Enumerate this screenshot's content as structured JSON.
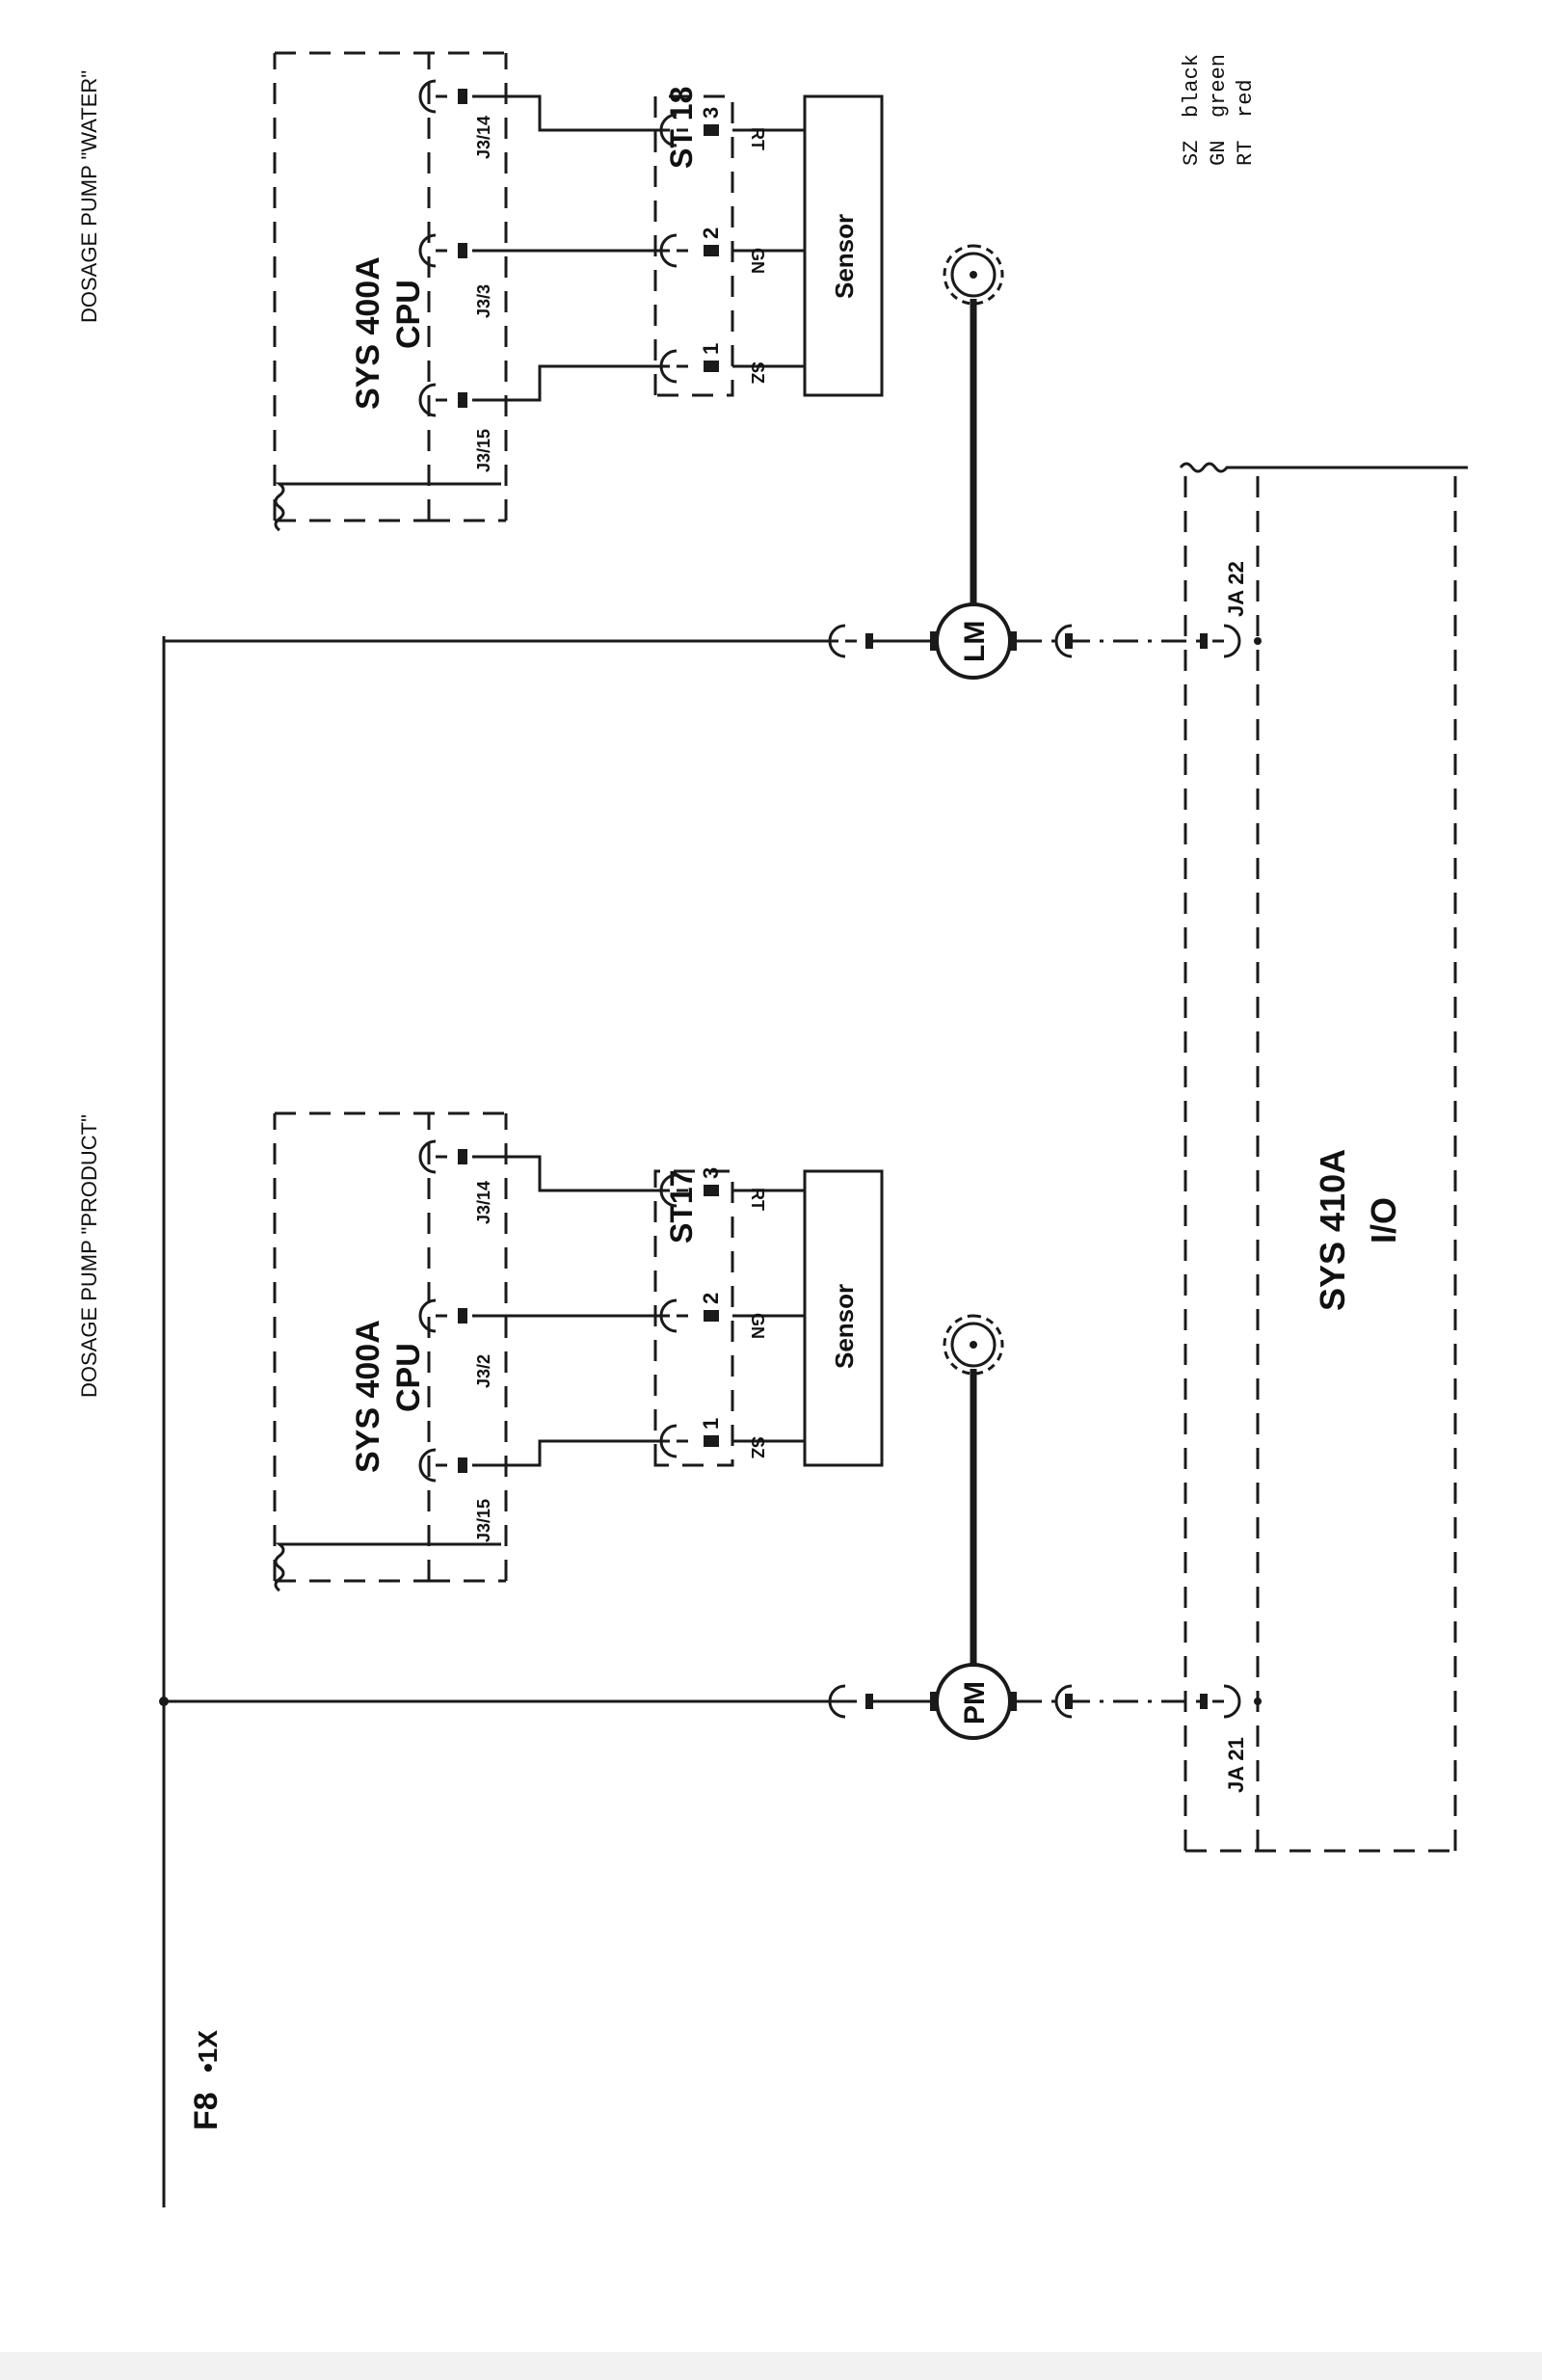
{
  "diagram": {
    "fuse": {
      "label": "F8",
      "sub": "•1X"
    },
    "titles": {
      "product": "DOSAGE PUMP \"PRODUCT\"",
      "water": "DOSAGE PUMP \"WATER\""
    },
    "legend": [
      {
        "code": "SZ",
        "meaning": "black"
      },
      {
        "code": "GN",
        "meaning": "green"
      },
      {
        "code": "RT",
        "meaning": "red"
      }
    ],
    "cpu_product": {
      "line1": "SYS 400A",
      "line2": "CPU",
      "pins": [
        "J3/15",
        "J3/2",
        "J3/14"
      ]
    },
    "cpu_water": {
      "line1": "SYS 400A",
      "line2": "CPU",
      "pins": [
        "J3/15",
        "J3/3",
        "J3/14"
      ]
    },
    "plug_product": {
      "label": "ST17",
      "pins": [
        "1",
        "2",
        "3"
      ]
    },
    "plug_water": {
      "label": "ST 18",
      "pins": [
        "1",
        "2",
        "3"
      ]
    },
    "wire_colors": [
      "SZ",
      "GN",
      "RT"
    ],
    "sensor_label": "Sensor",
    "motor_product": "PM",
    "motor_water": "LM",
    "io": {
      "line1": "SYS 410A",
      "line2": "I/O",
      "pin_product": "JA 21",
      "pin_water": "JA 22"
    }
  }
}
